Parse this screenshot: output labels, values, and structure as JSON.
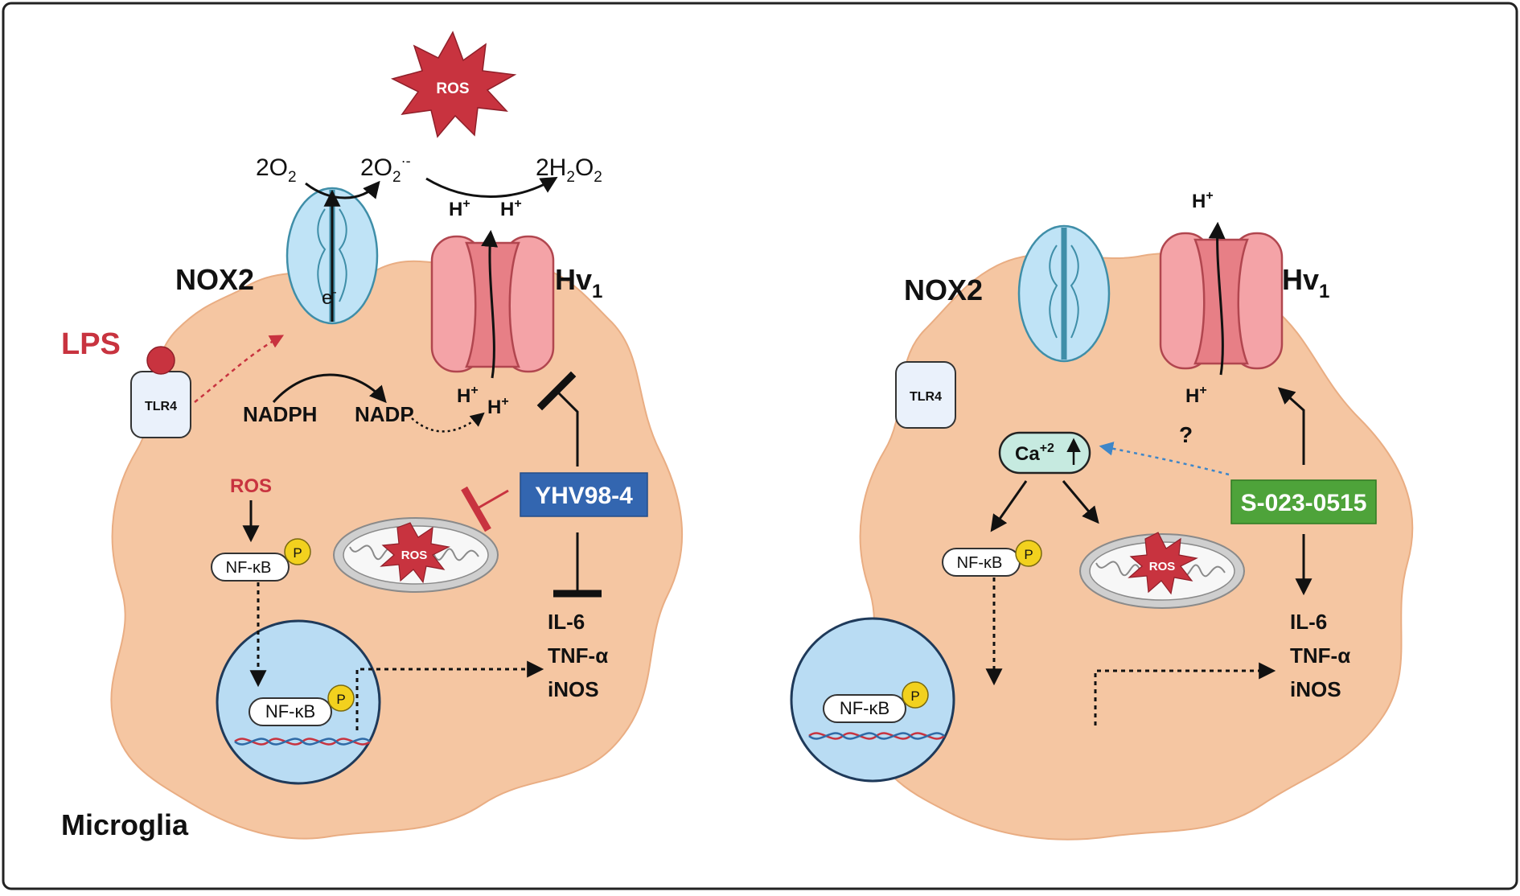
{
  "colors": {
    "cell": "#f5c6a2",
    "cell_stroke": "#e9ad83",
    "nox": "#bfe3f6",
    "nox_stroke": "#3f8ea8",
    "hv_light": "#f4a3a7",
    "hv_dark": "#e77f86",
    "hv_stroke": "#b1464f",
    "ros": "#c8333f",
    "nucleus": "#b9dcf3",
    "blocker_blue": "#3366b0",
    "agonist_green": "#4ea33a",
    "ca": "#c6eae0",
    "label_red": "#c8333f"
  },
  "left": {
    "ros_burst": "ROS",
    "o2": "2O",
    "o2_sub": "2",
    "superoxide": "2O",
    "superoxide_sub": "2",
    "superoxide_sup": "·-",
    "h2o2_a": "2H",
    "h2o2_sub1": "2",
    "h2o2_b": "O",
    "h2o2_sub2": "2",
    "h_top_1": "H",
    "h_top_2": "H",
    "h_plus": "+",
    "nox2": "NOX2",
    "hv": "Hv",
    "hv_sub": "1",
    "electron": "e",
    "electron_sup": "-",
    "lps": "LPS",
    "tlr4": "TLR4",
    "nadph": "NADPH",
    "nadp": "NADP",
    "h_bottom_1": "H",
    "h_bottom_2": "H",
    "ros_label": "ROS",
    "nfkb": "NF-κB",
    "p": "P",
    "mito_ros": "ROS",
    "drug": "YHV98-4",
    "cytokines": [
      "IL-6",
      "TNF-α",
      "iNOS"
    ],
    "nucleus_nfkb": "NF-κB",
    "nucleus_p": "P",
    "cell_type": "Microglia"
  },
  "right": {
    "h_top": "H",
    "h_plus": "+",
    "nox2": "NOX2",
    "hv": "Hv",
    "hv_sub": "1",
    "tlr4": "TLR4",
    "h_bottom": "H",
    "ca": "Ca",
    "ca_sup": "+2",
    "question": "?",
    "drug": "S-023-0515",
    "nfkb": "NF-κB",
    "p": "P",
    "mito_ros": "ROS",
    "cytokines": [
      "IL-6",
      "TNF-α",
      "iNOS"
    ],
    "nucleus_nfkb": "NF-κB",
    "nucleus_p": "P"
  }
}
